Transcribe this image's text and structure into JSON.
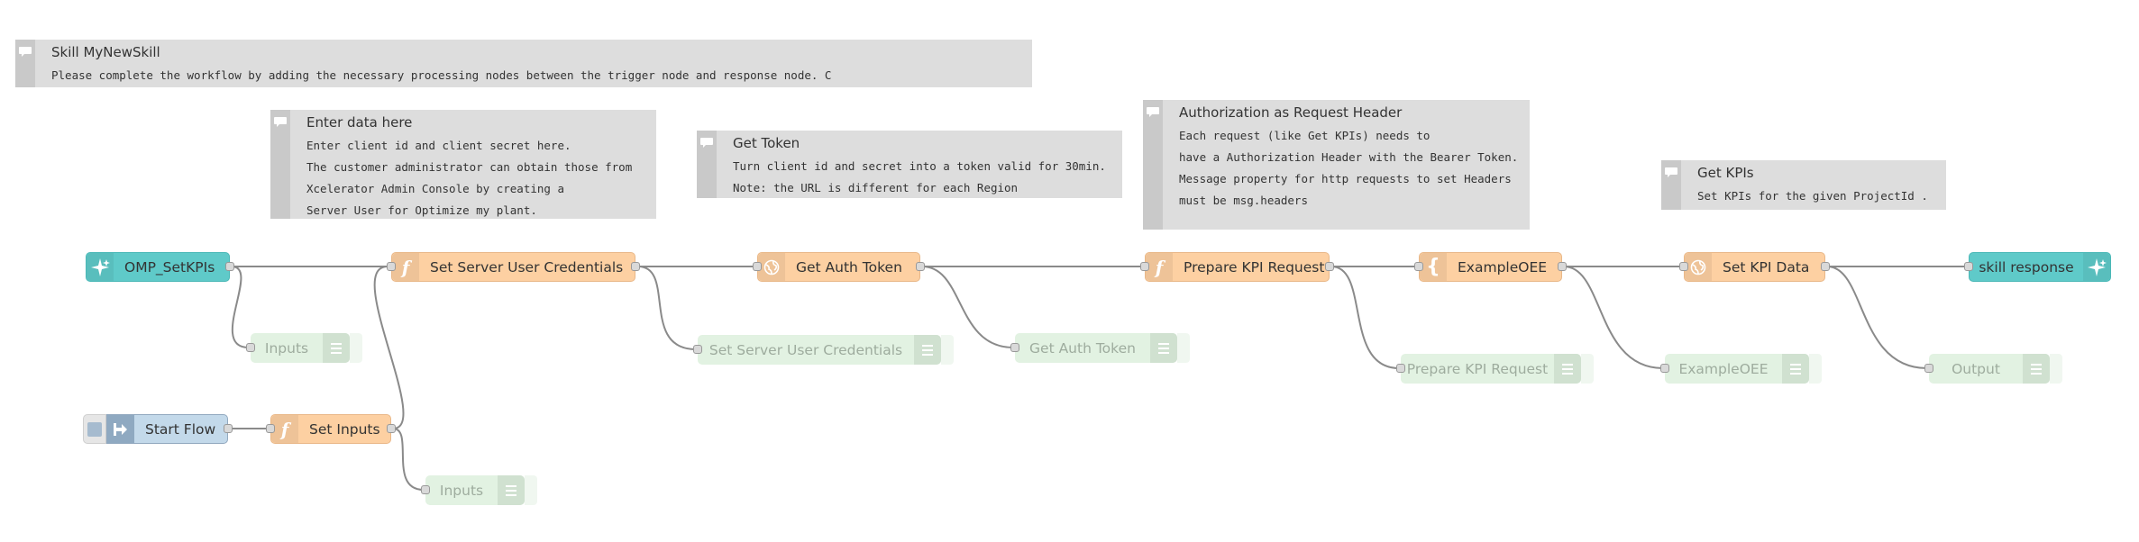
{
  "colors": {
    "function": "#fdd0a2",
    "skill": "#5fcac9",
    "inject": "#a6bbcf",
    "debug": "#ddf0dd",
    "comment": "#dddddd",
    "wire": "#888888"
  },
  "comments": {
    "skill": {
      "title": "Skill MyNewSkill",
      "body": "Please complete the workflow by adding the necessary processing nodes between the trigger node and response node. C"
    },
    "enter_data": {
      "title": "Enter data here",
      "lines": [
        "Enter client id and client secret here.",
        "The customer administrator can obtain those from",
        "Xcelerator Admin Console by creating a",
        "Server User for Optimize my plant."
      ]
    },
    "get_token": {
      "title": "Get Token",
      "lines": [
        "Turn client id and secret into a token valid for 30min.",
        "Note: the URL is different for each Region"
      ]
    },
    "auth_header": {
      "title": "Authorization as Request Header",
      "lines": [
        "Each request (like Get KPIs) needs to",
        "have a Authorization Header with the Bearer Token.",
        "Message property for http requests to set Headers",
        "must be msg.headers"
      ]
    },
    "get_kpis": {
      "title": "Get KPIs",
      "lines": [
        "Set KPIs for the given ProjectId ."
      ]
    }
  },
  "nodes": {
    "omp_setkpis": "OMP_SetKPIs",
    "set_server_user_credentials": "Set Server User Credentials",
    "get_auth_token": "Get Auth Token",
    "prepare_kpi_request": "Prepare KPI Request",
    "example_oee": "ExampleOEE",
    "set_kpi_data": "Set KPI Data",
    "skill_response": "skill response",
    "start_flow": "Start Flow",
    "set_inputs": "Set Inputs"
  },
  "debug_nodes": {
    "inputs_top": "Inputs",
    "set_server_user_credentials": "Set Server User Credentials",
    "get_auth_token": "Get Auth Token",
    "prepare_kpi_request": "Prepare KPI Request",
    "example_oee": "ExampleOEE",
    "output": "Output",
    "inputs_bottom": "Inputs"
  },
  "icons": {
    "comment": "speech-bubble-icon",
    "function": "function-icon",
    "http": "globe-icon",
    "template": "template-brace-icon",
    "skill": "sparkle-icon",
    "inject": "arrow-inject-icon",
    "debug": "list-icon"
  }
}
